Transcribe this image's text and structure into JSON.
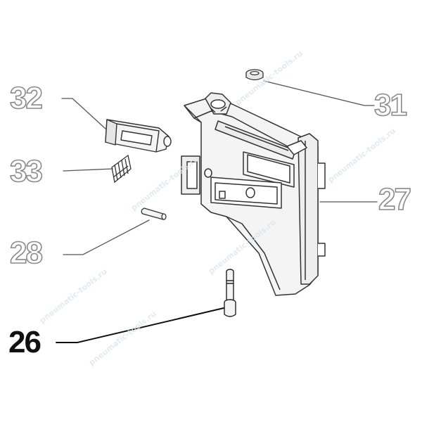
{
  "diagram": {
    "callouts": [
      {
        "id": "32",
        "label": "32",
        "emphasis": false
      },
      {
        "id": "33",
        "label": "33",
        "emphasis": false
      },
      {
        "id": "28",
        "label": "28",
        "emphasis": false
      },
      {
        "id": "26",
        "label": "26",
        "emphasis": true
      },
      {
        "id": "31",
        "label": "31",
        "emphasis": false
      },
      {
        "id": "27",
        "label": "27",
        "emphasis": false
      }
    ],
    "watermark": "pneumatic-tools.ru"
  },
  "colors": {
    "part_stroke": "#3a3a3a",
    "part_fill": "#f4f4f4",
    "leader_grey": "#555555",
    "leader_dark": "#111111",
    "label_grey": "#8a8a8a",
    "label_dark": "#111111",
    "watermark": "#d6e4ee"
  }
}
